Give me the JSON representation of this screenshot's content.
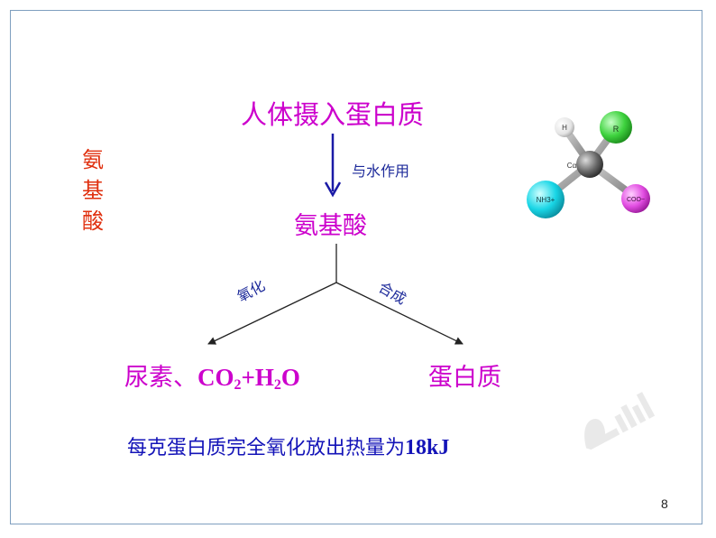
{
  "side_title": [
    "氨",
    "基",
    "酸"
  ],
  "nodes": {
    "top": "人体摄入蛋白质",
    "middle": "氨基酸",
    "left_prefix": "尿素、",
    "left_chem": {
      "co": "CO",
      "co_sub": "2",
      "plus_h": "+H",
      "h_sub": "2",
      "o": "O"
    },
    "right": "蛋白质"
  },
  "edge_labels": {
    "water": "与水作用",
    "oxidation": "氧化",
    "synthesis": "合成"
  },
  "summary": {
    "text": "每克蛋白质完全氧化放出热量为",
    "value": "18kJ"
  },
  "molecule": {
    "h": "H",
    "r": "R",
    "ca": "Cα",
    "nh3": "NH3+",
    "coo": "COO−"
  },
  "page_number": "8",
  "colors": {
    "node_text": "#cc00cc",
    "side_title": "#e0300f",
    "label_text": "#1d2a9a",
    "arrow": "#1a1aa6",
    "summary": "#1414b8"
  }
}
